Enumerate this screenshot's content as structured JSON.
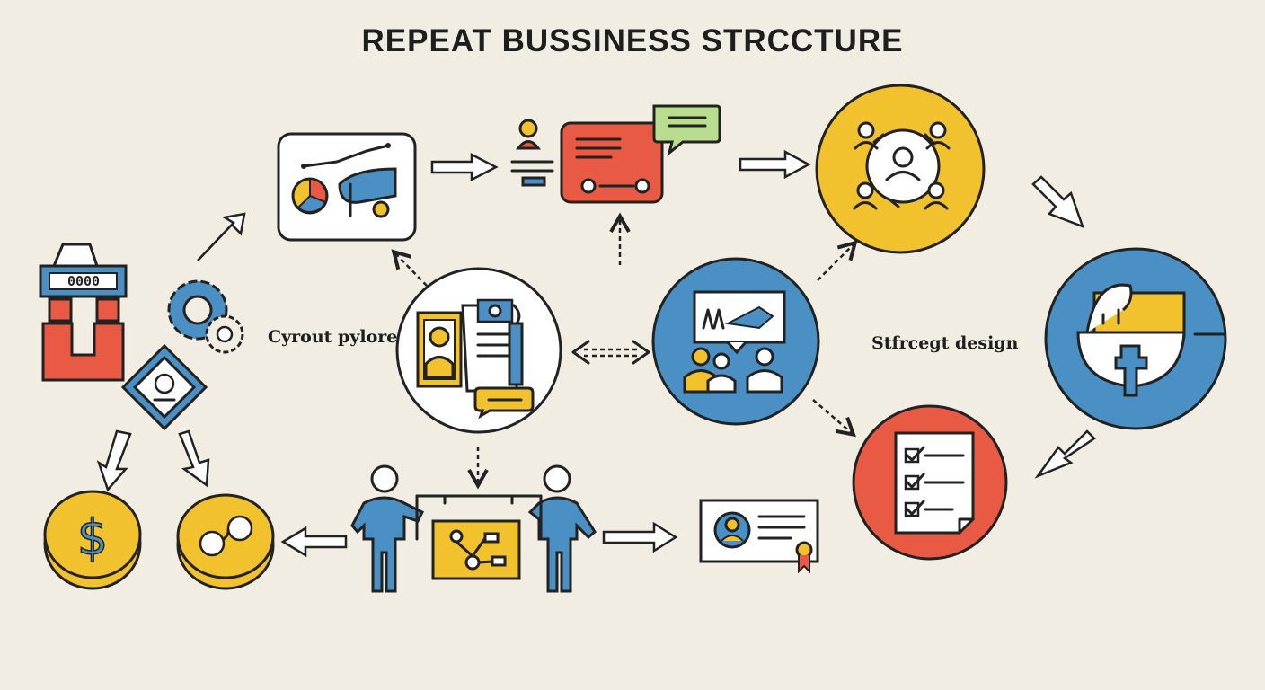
{
  "title": "REPEAT BUSSINESS STRCCTURE",
  "labels": {
    "left": "Cyrout pylore",
    "right": "Stfrcegt design"
  },
  "counter": {
    "digits": "0000"
  },
  "coin": {
    "symbol": "$"
  },
  "colors": {
    "background": "#f1ede2",
    "blue": "#4a90c4",
    "yellow": "#f1c12e",
    "red": "#e85a44",
    "green": "#b9dd8f",
    "outline": "#222222"
  }
}
